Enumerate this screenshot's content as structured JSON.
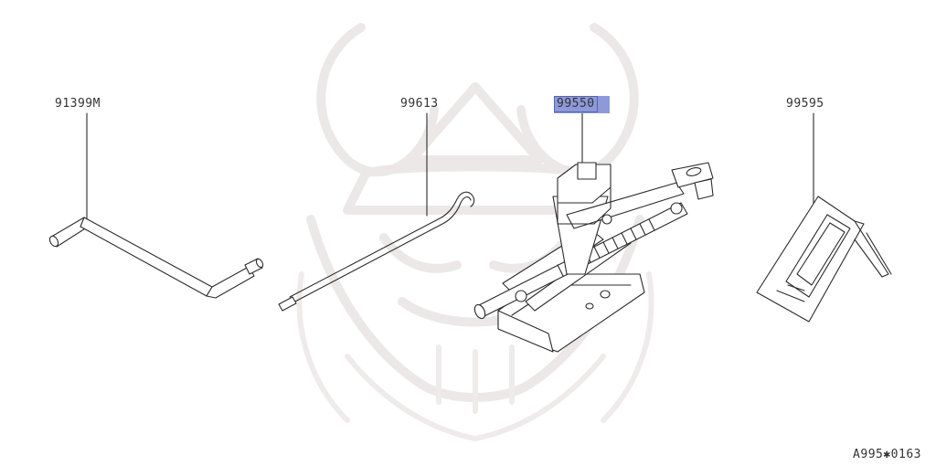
{
  "parts": [
    {
      "id": "handle",
      "number": "91399M"
    },
    {
      "id": "rod",
      "number": "99613"
    },
    {
      "id": "jack",
      "number": "99550",
      "highlighted": true
    },
    {
      "id": "chock",
      "number": "99595"
    }
  ],
  "reference_code": "A995✱0163",
  "colors": {
    "highlight": "#8e99d9",
    "line": "#2b2b2b",
    "watermark": "#ece8e8"
  }
}
